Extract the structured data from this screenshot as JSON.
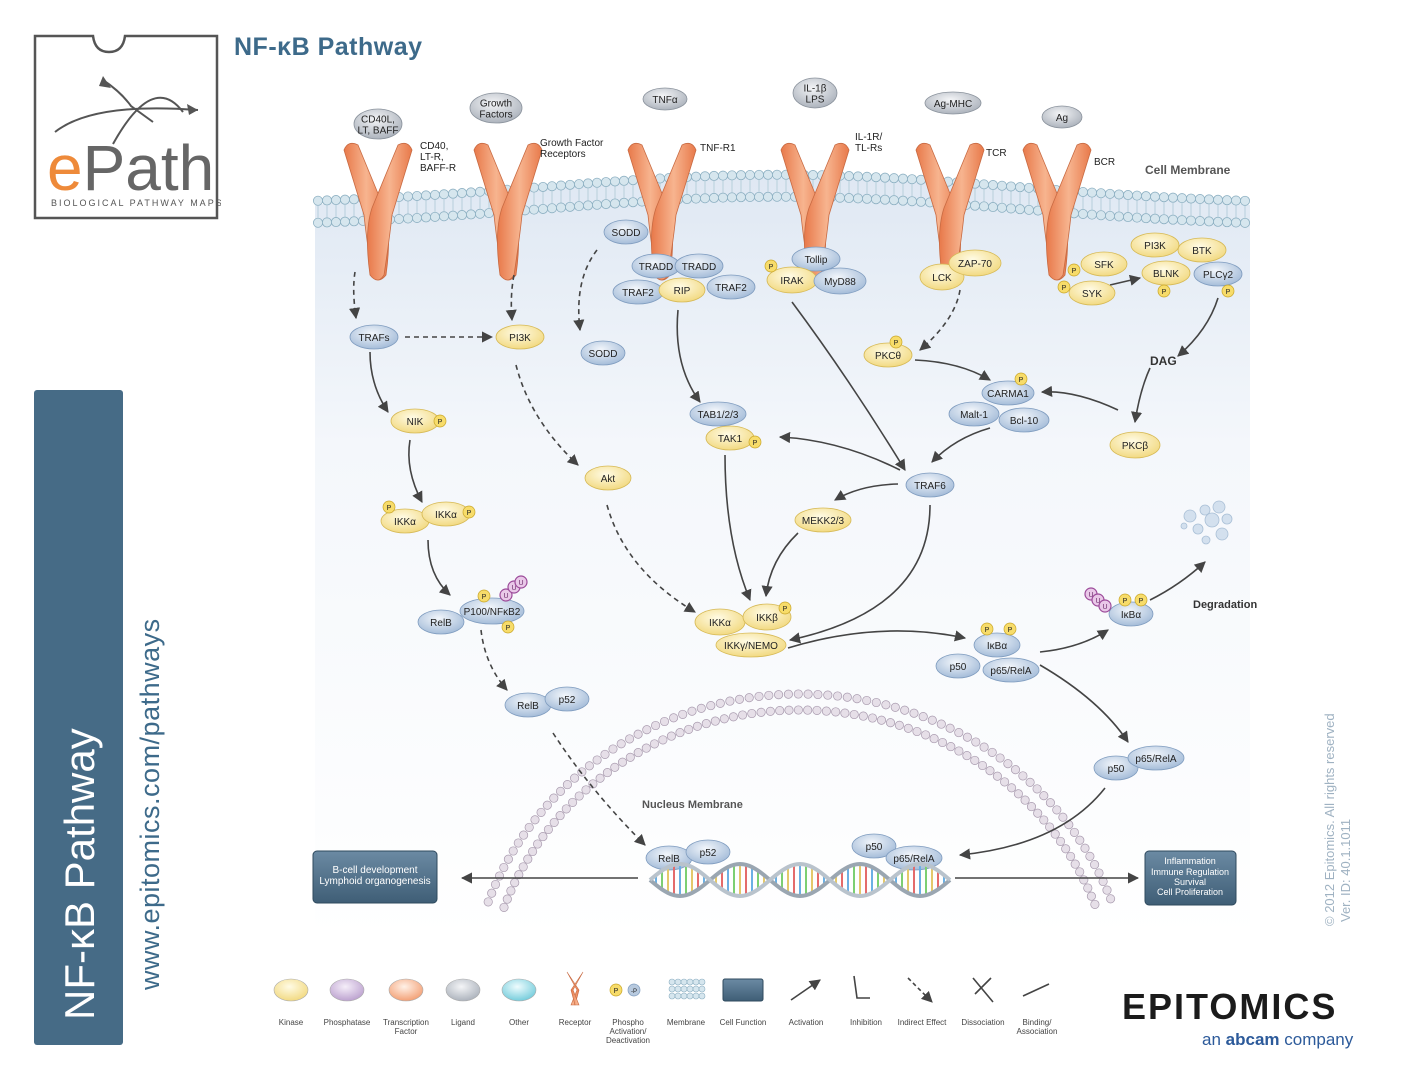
{
  "header": {
    "title": "NF-κB Pathway",
    "logo_text": "ePath",
    "logo_subtitle": "BIOLOGICAL PATHWAY MAPS"
  },
  "sidebar": {
    "title": "NF-κB Pathway",
    "url": "www.epitomics.com/pathways"
  },
  "footer": {
    "copyright": "© 2012 Epitomics. All rights reserved",
    "version": "Ver. ID: 40.1.1011",
    "brand": "EPITOMICS",
    "brand_sub_prefix": "an",
    "brand_sub_name": "abcam",
    "brand_sub_suffix": "company"
  },
  "colors": {
    "kinase": "#f6e7a4",
    "phosphatase": "#cdb7da",
    "tf": "#f5b38c",
    "ligand": "#b9c0c8",
    "other": "#8fd3e0",
    "protein_blue": "#bdd0e6",
    "receptor": "#ee8e62",
    "cell_function": "#4f6e86",
    "sidebar": "#466b86",
    "title": "#3d6a8a"
  },
  "labels": {
    "cell_membrane": "Cell Membrane",
    "nucleus_membrane": "Nucleus Membrane",
    "dag": "DAG",
    "degradation": "Degradation"
  },
  "receptors": [
    {
      "id": "cd40",
      "ligand": "CD40L, LT, BAFF",
      "label": "CD40, LT-R, BAFF-R"
    },
    {
      "id": "gfr",
      "ligand": "Growth Factors",
      "label": "Growth Factor Receptors"
    },
    {
      "id": "tnfr1",
      "ligand": "TNFα",
      "label": "TNF-R1"
    },
    {
      "id": "il1r",
      "ligand": "IL-1β LPS",
      "label": "IL-1R/ TL-Rs"
    },
    {
      "id": "tcr",
      "ligand": "Ag-MHC",
      "label": "TCR"
    },
    {
      "id": "bcr",
      "ligand": "Ag",
      "label": "BCR"
    }
  ],
  "nodes": {
    "sodd1": "SODD",
    "sodd2": "SODD",
    "tradd1": "TRADD",
    "tradd2": "TRADD",
    "traf2a": "TRAF2",
    "rip": "RIP",
    "traf2b": "TRAF2",
    "tollip": "Tollip",
    "irak": "IRAK",
    "myd88": "MyD88",
    "lck": "LCK",
    "zap70": "ZAP-70",
    "sfk": "SFK",
    "syk": "SYK",
    "pi3k_b": "PI3K",
    "btk": "BTK",
    "blnk": "BLNK",
    "plcg2": "PLCγ2",
    "trafs": "TRAFs",
    "pi3k": "PI3K",
    "pkctheta": "PKCθ",
    "carma1": "CARMA1",
    "malt1": "Malt-1",
    "bcl10": "Bcl-10",
    "pkcbeta": "PKCβ",
    "nik": "NIK",
    "tab": "TAB1/2/3",
    "tak1": "TAK1",
    "akt": "Akt",
    "traf6": "TRAF6",
    "ikka1": "IKKα",
    "ikka2": "IKKα",
    "mekk": "MEKK2/3",
    "relb1": "RelB",
    "p100": "P100/NFκB2",
    "ikka3": "IKKα",
    "ikkb": "IKKβ",
    "ikkg": "IKKγ/NEMO",
    "ikba1": "IκBα",
    "p50a": "p50",
    "p65a": "p65/RelA",
    "ikba2": "IκBα",
    "relb2": "RelB",
    "p52a": "p52",
    "p50b": "p50",
    "p65b": "p65/RelA",
    "relb3": "RelB",
    "p52b": "p52",
    "p50c": "p50",
    "p65c": "p65/RelA"
  },
  "outcomes": {
    "left": [
      "B-cell development",
      "Lymphoid organogenesis"
    ],
    "right": [
      "Inflammation",
      "Immune Regulation",
      "Survival",
      "Cell Proliferation"
    ]
  },
  "legend": [
    {
      "icon": "kinase",
      "label": "Kinase"
    },
    {
      "icon": "phosphatase",
      "label": "Phosphatase"
    },
    {
      "icon": "tf",
      "label": "Transcription Factor"
    },
    {
      "icon": "ligand",
      "label": "Ligand"
    },
    {
      "icon": "other",
      "label": "Other"
    },
    {
      "icon": "receptor",
      "label": "Receptor"
    },
    {
      "icon": "phospho",
      "label": "Phospho Activation/ Deactivation"
    },
    {
      "icon": "membrane",
      "label": "Membrane"
    },
    {
      "icon": "cellfunction",
      "label": "Cell Function"
    },
    {
      "icon": "activation",
      "label": "Activation"
    },
    {
      "icon": "inhibition",
      "label": "Inhibition"
    },
    {
      "icon": "indirect",
      "label": "Indirect Effect"
    },
    {
      "icon": "dissociation",
      "label": "Dissociation"
    },
    {
      "icon": "binding",
      "label": "Binding/ Association"
    }
  ]
}
